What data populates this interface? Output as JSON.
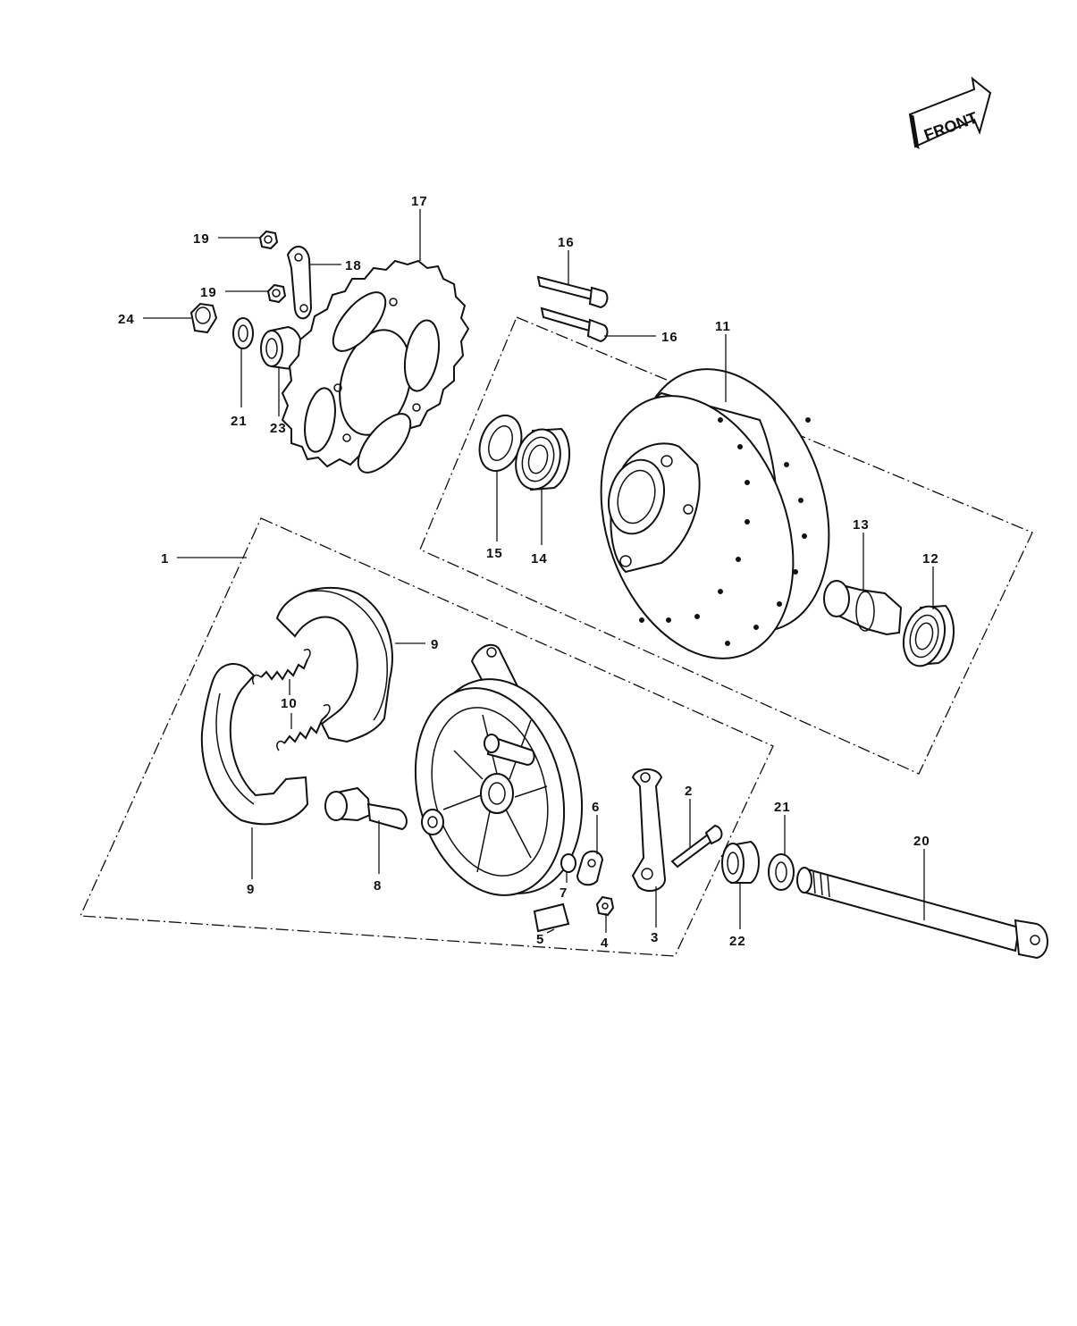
{
  "front_badge": {
    "label": "FRONT"
  },
  "callouts": [
    "1",
    "2",
    "3",
    "4",
    "5",
    "6",
    "7",
    "8",
    "9",
    "9",
    "10",
    "11",
    "12",
    "13",
    "14",
    "15",
    "16",
    "16",
    "17",
    "18",
    "19",
    "19",
    "20",
    "21",
    "21",
    "22",
    "23",
    "24"
  ]
}
